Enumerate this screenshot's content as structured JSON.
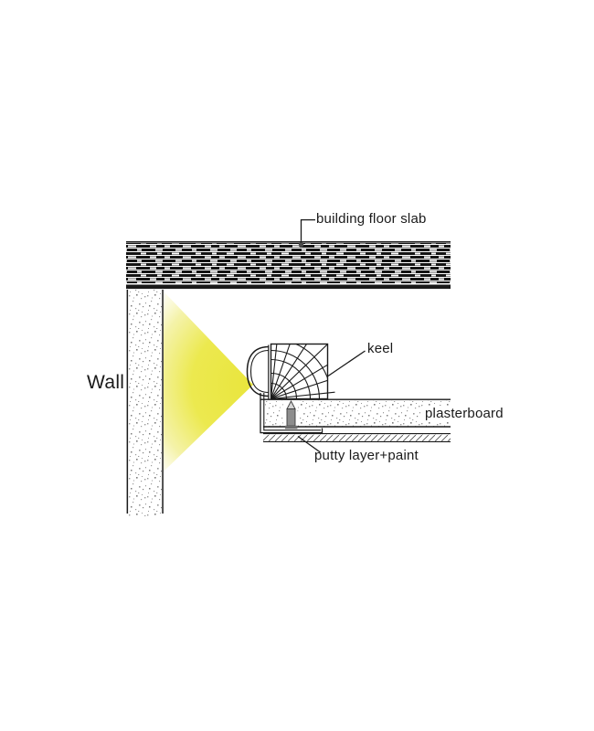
{
  "labels": {
    "building_floor_slab": "building floor slab",
    "wall": "Wall",
    "keel": "keel",
    "plasterboard": "plasterboard",
    "putty_layer": "putty layer+paint"
  },
  "colors": {
    "line": "#1a1a1a",
    "slab_fill": "#141414",
    "stipple_dot": "#9a9a9a",
    "glow_core": "#e9e53c",
    "glow_mid": "#ece94f",
    "glow_soft": "#f4f2a6",
    "screw_shaft": "#8d8d8d",
    "leader_dot": "#4a4a4a"
  }
}
